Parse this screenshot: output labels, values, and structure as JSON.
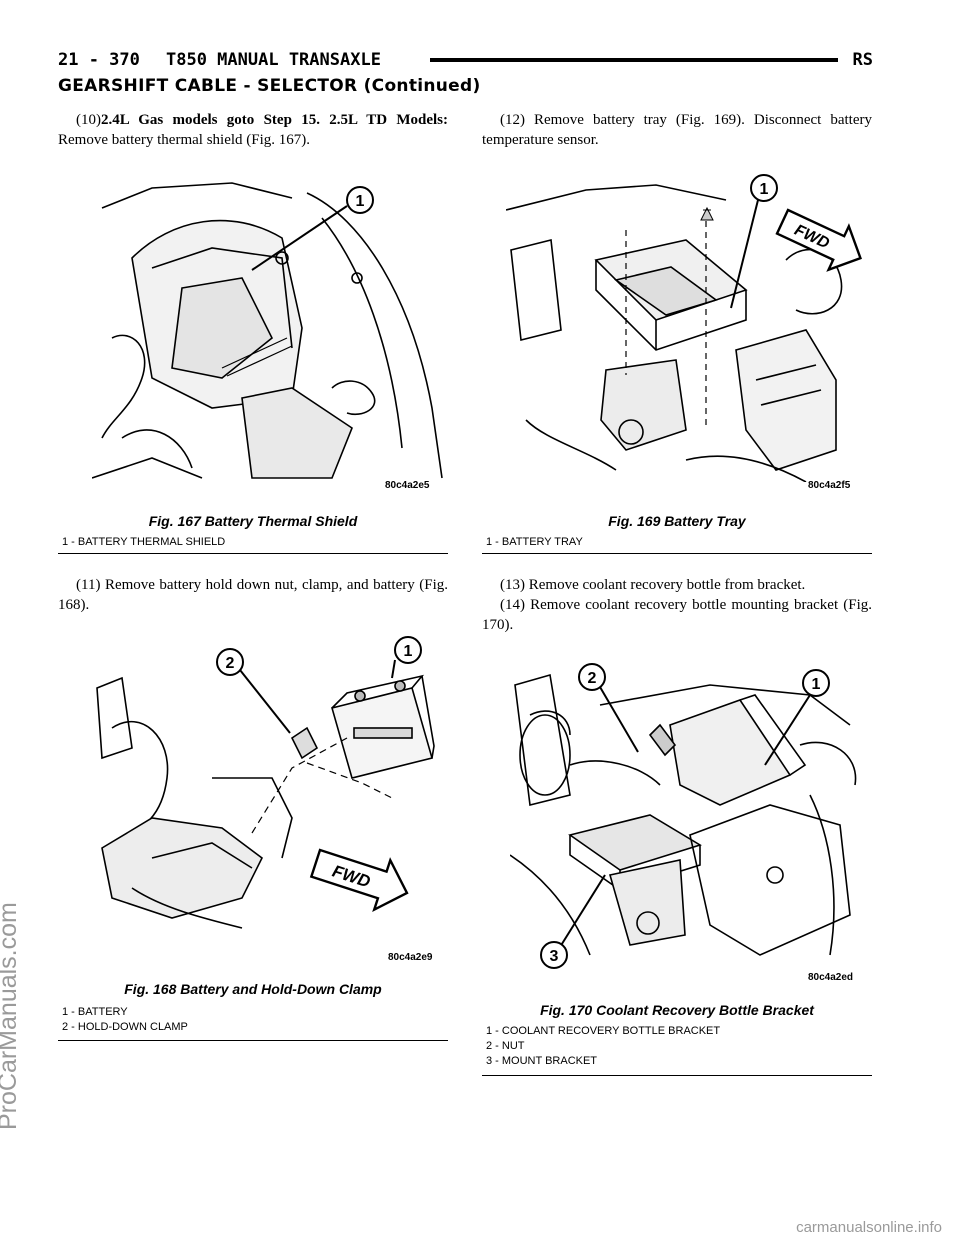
{
  "header": {
    "page_number": "21 - 370",
    "title": "T850 MANUAL TRANSAXLE",
    "section_code": "RS"
  },
  "section_title": "GEARSHIFT CABLE - SELECTOR (Continued)",
  "steps": {
    "s10": {
      "num": "(10)",
      "bold": "2.4L Gas models goto Step 15. 2.5L TD Models:",
      "text": "Remove battery thermal shield (Fig. 167)."
    },
    "s11": {
      "text": "(11) Remove battery hold down nut, clamp, and battery (Fig. 168)."
    },
    "s12": {
      "text": "(12) Remove battery tray (Fig. 169). Disconnect battery temperature sensor."
    },
    "s13": {
      "text": "(13) Remove coolant recovery bottle from bracket."
    },
    "s14": {
      "text": "(14) Remove coolant recovery bottle mounting bracket (Fig. 170)."
    }
  },
  "figures": {
    "fig167": {
      "caption": "Fig. 167 Battery Thermal Shield",
      "code": "80c4a2e5",
      "callouts": [
        "1"
      ],
      "legend": [
        "1 - BATTERY THERMAL SHIELD"
      ]
    },
    "fig168": {
      "caption": "Fig. 168 Battery and Hold-Down Clamp",
      "code": "80c4a2e9",
      "callouts": [
        "1",
        "2"
      ],
      "arrow_label": "FWD",
      "legend": [
        "1 - BATTERY",
        "2 - HOLD-DOWN CLAMP"
      ]
    },
    "fig169": {
      "caption": "Fig. 169 Battery Tray",
      "code": "80c4a2f5",
      "callouts": [
        "1"
      ],
      "arrow_label": "FWD",
      "legend": [
        "1 - BATTERY TRAY"
      ]
    },
    "fig170": {
      "caption": "Fig. 170 Coolant Recovery Bottle Bracket",
      "code": "80c4a2ed",
      "callouts": [
        "2",
        "1",
        "3"
      ],
      "legend": [
        "1 - COOLANT RECOVERY BOTTLE BRACKET",
        "2 - NUT",
        "3 - MOUNT BRACKET"
      ]
    }
  },
  "watermark_side": "ProCarManuals.com",
  "watermark_footer": "carmanualsonline.info"
}
